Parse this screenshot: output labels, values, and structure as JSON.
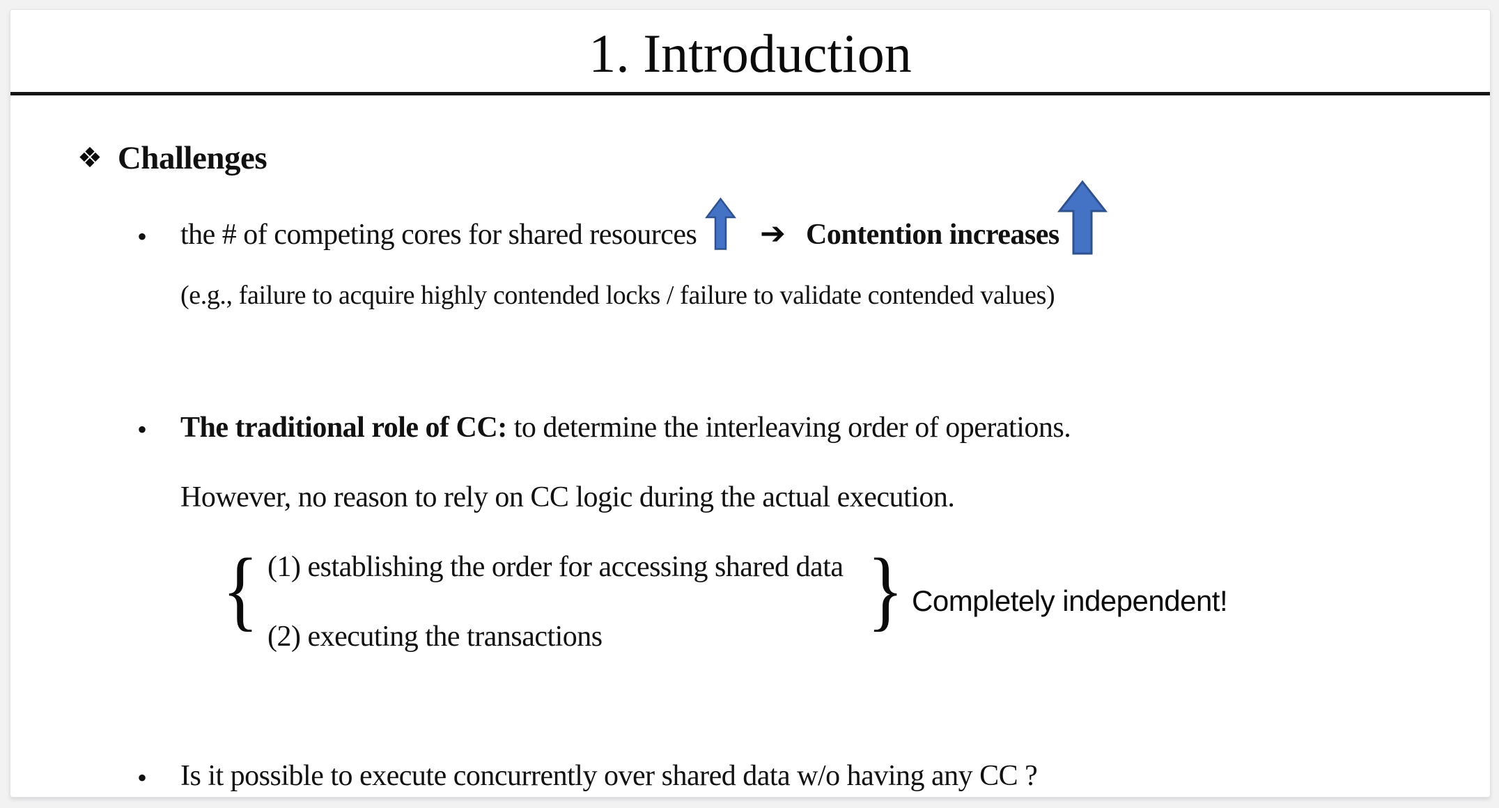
{
  "title": "1. Introduction",
  "heading": {
    "icon": "❖",
    "label": "Challenges"
  },
  "bullets": {
    "marker": "•",
    "b1_text": "the # of competing cores for shared resources",
    "b1_arrow_glyph": "➔",
    "b1_emphasis": "Contention increases",
    "b1_note": "(e.g., failure to acquire highly contended locks / failure to validate contended values)",
    "b2_bold": "The traditional role of CC:",
    "b2_rest": " to determine the interleaving order of operations.",
    "b2_line2": "However, no reason to rely on CC logic during the actual execution.",
    "b3_text": "Is it possible to execute concurrently over shared data w/o having any CC ?"
  },
  "brace_group": {
    "left_brace": "{",
    "item1": "(1) establishing the order for accessing shared data",
    "item2": "(2) executing the transactions",
    "right_brace": "}",
    "callout": "Completely independent!"
  },
  "colors": {
    "arrow_fill": "#4472C4",
    "arrow_stroke": "#2F528F"
  }
}
